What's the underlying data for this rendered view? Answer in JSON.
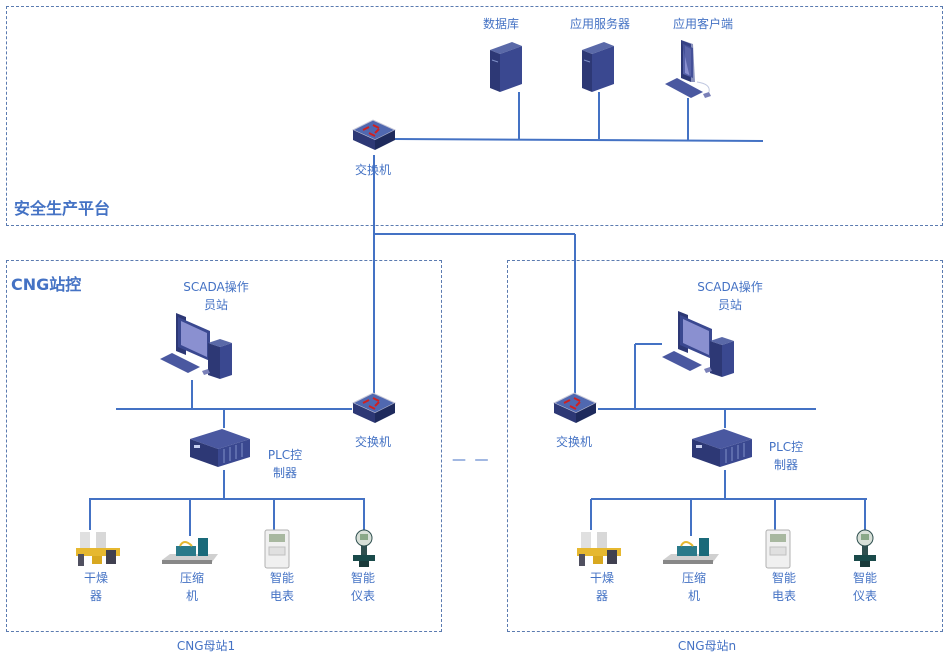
{
  "platform": {
    "title": "安全生产平台",
    "database_label": "数据库",
    "app_server_label": "应用服务器",
    "app_client_label": "应用客户端",
    "switch_label": "交换机"
  },
  "station_control": {
    "title": "CNG站控"
  },
  "stations": [
    {
      "name": "CNG母站1",
      "scada_label_line1": "SCADA操作",
      "scada_label_line2": "员站",
      "switch_label": "交换机",
      "plc_label_line1": "PLC控",
      "plc_label_line2": "制器",
      "devices": [
        {
          "line1": "干燥",
          "line2": "器"
        },
        {
          "line1": "压缩",
          "line2": "机"
        },
        {
          "line1": "智能",
          "line2": "电表"
        },
        {
          "line1": "智能",
          "line2": "仪表"
        }
      ]
    },
    {
      "name": "CNG母站n",
      "scada_label_line1": "SCADA操作",
      "scada_label_line2": "员站",
      "switch_label": "交换机",
      "plc_label_line1": "PLC控",
      "plc_label_line2": "制器",
      "devices": [
        {
          "line1": "干燥",
          "line2": "器"
        },
        {
          "line1": "压缩",
          "line2": "机"
        },
        {
          "line1": "智能",
          "line2": "电表"
        },
        {
          "line1": "智能",
          "line2": "仪表"
        }
      ]
    }
  ],
  "ellipsis": "— —",
  "colors": {
    "line": "#4472c4",
    "border": "#5b7bb0",
    "device": "#2f3f7a"
  }
}
